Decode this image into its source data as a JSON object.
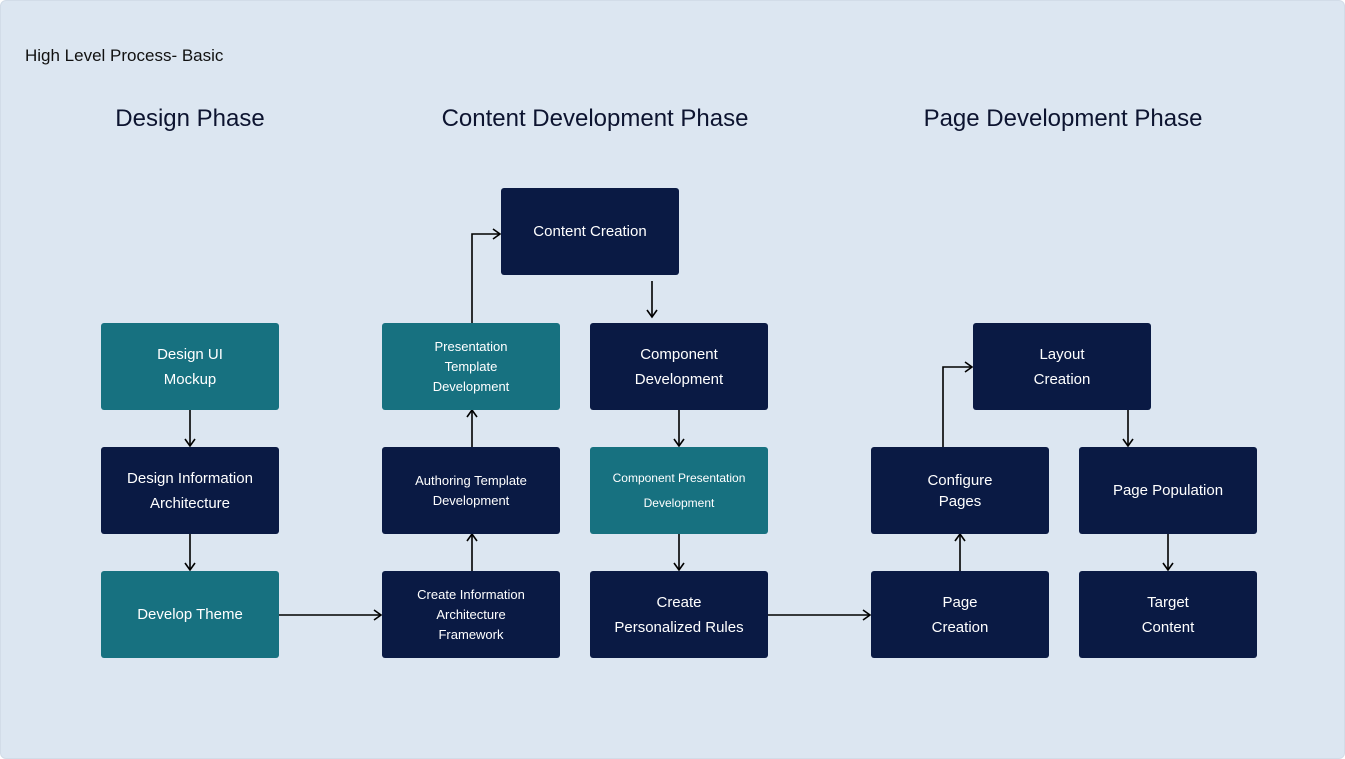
{
  "title": "High Level Process- Basic",
  "phases": [
    "Design Phase",
    "Content Development Phase",
    "Page Development Phase"
  ],
  "nodes": {
    "design_ui_mockup": [
      "Design UI",
      "Mockup"
    ],
    "design_info_arch": [
      "Design Information",
      "Architecture"
    ],
    "develop_theme": [
      "Develop Theme"
    ],
    "create_ia_framework": [
      "Create Information",
      "Architecture",
      "Framework"
    ],
    "authoring_template": [
      "Authoring Template",
      "Development"
    ],
    "presentation_template": [
      "Presentation",
      "Template",
      "Development"
    ],
    "content_creation": [
      "Content Creation"
    ],
    "component_development": [
      "Component",
      "Development"
    ],
    "component_presentation": [
      "Component Presentation",
      "Development"
    ],
    "create_personalized_rules": [
      "Create",
      "Personalized Rules"
    ],
    "page_creation": [
      "Page",
      "Creation"
    ],
    "configure_pages": [
      "Configure",
      "Pages"
    ],
    "layout_creation": [
      "Layout",
      "Creation"
    ],
    "page_population": [
      "Page Population"
    ],
    "target_content": [
      "Target",
      "Content"
    ]
  },
  "colors": {
    "background": "#dce6f1",
    "dark_node": "#0a1a44",
    "teal_node": "#177180",
    "node_text": "#ffffff",
    "arrow": "#000000"
  }
}
